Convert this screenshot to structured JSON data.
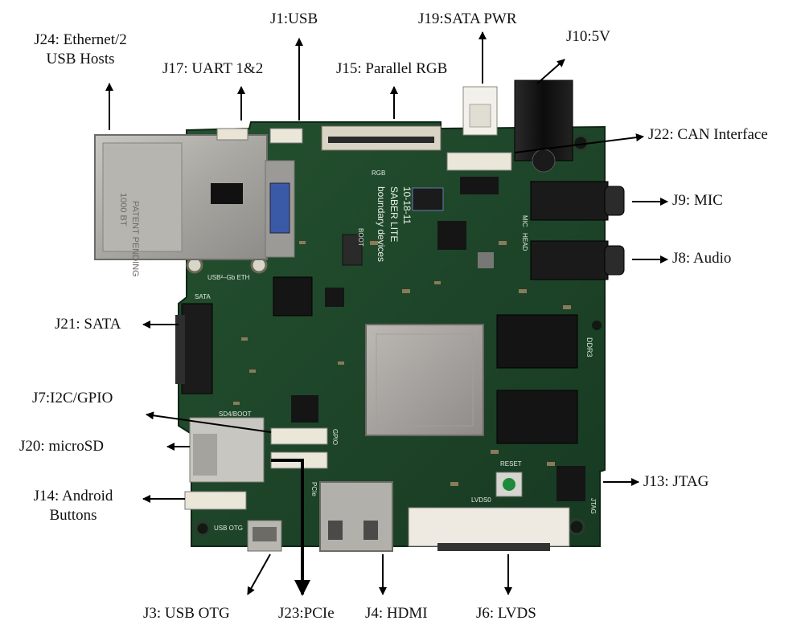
{
  "labels": {
    "j24": "J24: Ethernet/2\nUSB Hosts",
    "j17": "J17: UART 1&2",
    "j1": "J1:USB",
    "j15": "J15: Parallel RGB",
    "j19": "J19:SATA PWR",
    "j10": "J10:5V",
    "j22": "J22: CAN Interface",
    "j9": "J9: MIC",
    "j8": "J8: Audio",
    "j21": "J21: SATA",
    "j7": "J7:I2C/GPIO",
    "j20": "J20: microSD",
    "j14": "J14: Android\nButtons",
    "j13": "J13: JTAG",
    "j3": "J3: USB OTG",
    "j23": "J23:PCIe",
    "j4": "J4: HDMI",
    "j6": "J6: LVDS"
  },
  "board_text": {
    "brand": "boundary devices",
    "model": "SABER LITE",
    "rev": "10-18-11",
    "eth_jack": "PATENT PENDING",
    "eth_speed": "1000 BT",
    "usb_eth": "USB²–Gb ETH",
    "sata_silk": "SATA",
    "rgb_silk": "RGB",
    "lvds_silk": "LVDS0",
    "usb_otg_silk": "USB OTG",
    "reset_silk": "RESET",
    "ddr_silk": "DDR3",
    "mic_silk": "MIC",
    "head_silk": "HEAD",
    "sd_silk": "SD4/BOOT",
    "jtag_silk": "JTAG",
    "pcie_silk": "PCIe",
    "gpio_silk": "GPIO",
    "boot_silk": "BOOT"
  },
  "colors": {
    "pcb": "#1f4a2a",
    "pcb_dark": "#15351e",
    "arrow": "#000000"
  }
}
